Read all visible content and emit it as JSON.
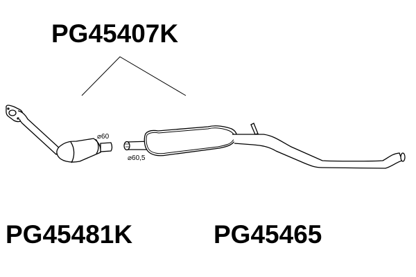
{
  "labels": {
    "kit": "PG45407K",
    "catalyst": "PG45481K",
    "middle_silencer": "PG45465"
  },
  "dimensions": {
    "catalyst_outlet": "⌀60",
    "silencer_inlet": "⌀60,5"
  },
  "colors": {
    "stroke": "#000000",
    "background": "#ffffff"
  }
}
